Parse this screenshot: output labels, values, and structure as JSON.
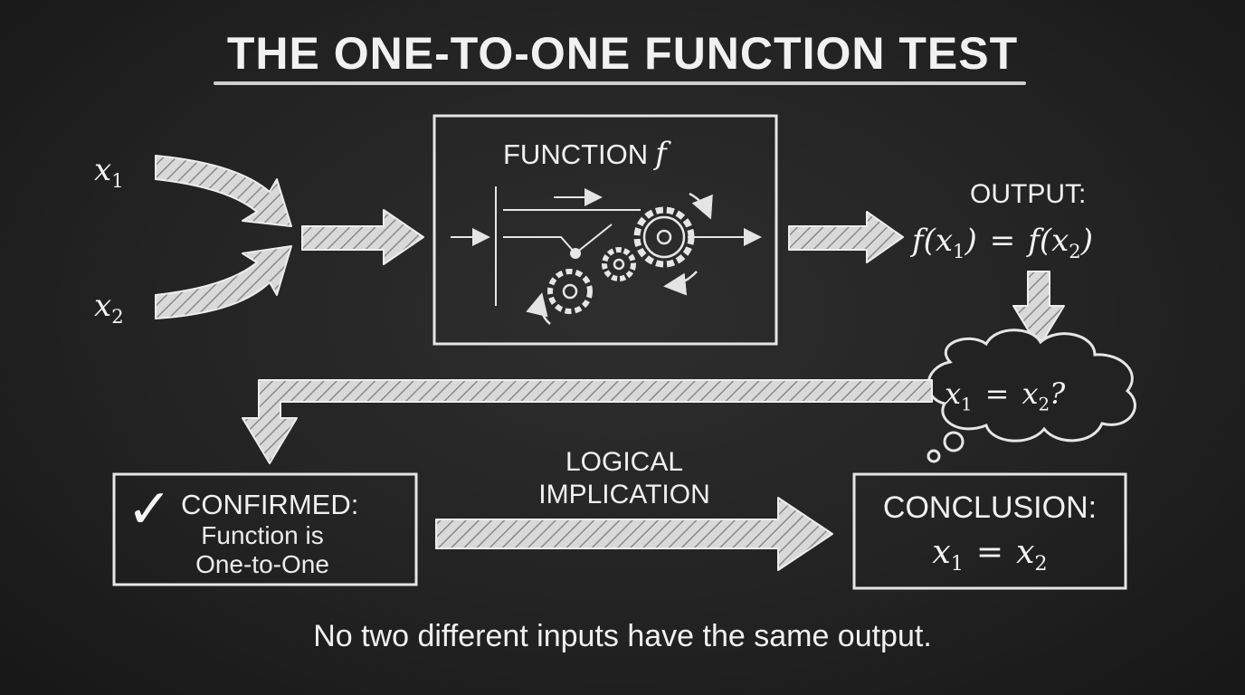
{
  "title": "THE ONE-TO-ONE FUNCTION TEST",
  "inputs": {
    "x1": {
      "var": "x",
      "sub": "1"
    },
    "x2": {
      "var": "x",
      "sub": "2"
    }
  },
  "function_box": {
    "label": "FUNCTION",
    "symbol": "f"
  },
  "output": {
    "label": "OUTPUT:",
    "lhs_fn": "f(",
    "lhs_var": "x",
    "lhs_sub": "1",
    "lhs_close": ")",
    "operator": "=",
    "rhs_fn": "f(",
    "rhs_var": "x",
    "rhs_sub": "2",
    "rhs_close": ")"
  },
  "thought_cloud": {
    "left_var": "x",
    "left_sub": "1",
    "operator": "=",
    "right_var": "x",
    "right_sub": "2",
    "suffix": "?"
  },
  "confirmed": {
    "check": "✓",
    "title": "CONFIRMED:",
    "line1": "Function is",
    "line2": "One-to-One"
  },
  "implication": {
    "line1": "LOGICAL",
    "line2": "IMPLICATION"
  },
  "conclusion": {
    "label": "CONCLUSION:",
    "left_var": "x",
    "left_sub": "1",
    "operator": "=",
    "right_var": "x",
    "right_sub": "2"
  },
  "footer": "No two different inputs have the same output.",
  "colors": {
    "background": "#232323",
    "chalk": "#ececec"
  }
}
